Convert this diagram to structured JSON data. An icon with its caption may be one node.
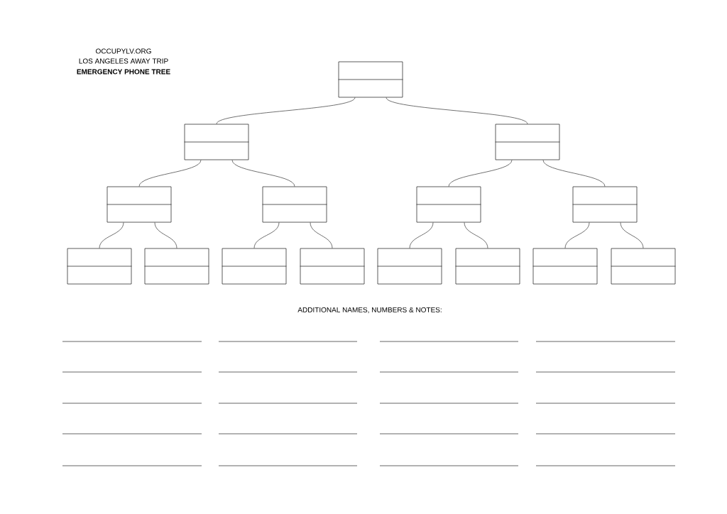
{
  "diagram": {
    "nodes": [
      {
        "text": [],
        "shape": "box"
      },
      {
        "text": [],
        "shape": "box"
      },
      {
        "text": [],
        "shape": "box"
      },
      {
        "text": [],
        "shape": "box"
      },
      {
        "text": [],
        "shape": "box"
      },
      {
        "text": [],
        "shape": "box"
      },
      {
        "text": [],
        "shape": "box"
      },
      {
        "text": [],
        "shape": "box"
      },
      {
        "text": [],
        "shape": "box"
      },
      {
        "text": [],
        "shape": "box"
      },
      {
        "text": [],
        "shape": "box"
      },
      {
        "text": [],
        "shape": "box"
      },
      {
        "text": [],
        "shape": "box"
      },
      {
        "text": [],
        "shape": "box"
      },
      {
        "text": [],
        "shape": "box"
      }
    ],
    "edges": [
      {
        "from": 0,
        "to": 1,
        "arrow": "none"
      },
      {
        "from": 0,
        "to": 2,
        "arrow": "none"
      },
      {
        "from": 1,
        "to": 3,
        "arrow": "none"
      },
      {
        "from": 1,
        "to": 4,
        "arrow": "none"
      },
      {
        "from": 2,
        "to": 5,
        "arrow": "none"
      },
      {
        "from": 2,
        "to": 6,
        "arrow": "none"
      },
      {
        "from": 3,
        "to": 7,
        "arrow": "none"
      },
      {
        "from": 3,
        "to": 8,
        "arrow": "none"
      },
      {
        "from": 4,
        "to": 9,
        "arrow": "none"
      },
      {
        "from": 4,
        "to": 10,
        "arrow": "none"
      },
      {
        "from": 5,
        "to": 11,
        "arrow": "none"
      },
      {
        "from": 5,
        "to": 12,
        "arrow": "none"
      },
      {
        "from": 6,
        "to": 13,
        "arrow": "none"
      },
      {
        "from": 6,
        "to": 14,
        "arrow": "none"
      }
    ],
    "labels": [
      "OCCUPYLV.ORG",
      "LOS ANGELES AWAY TRIP",
      "EMERGENCY PHONE TREE",
      "ADDITIONAL NAMES, NUMBERS & NOTES:"
    ]
  }
}
